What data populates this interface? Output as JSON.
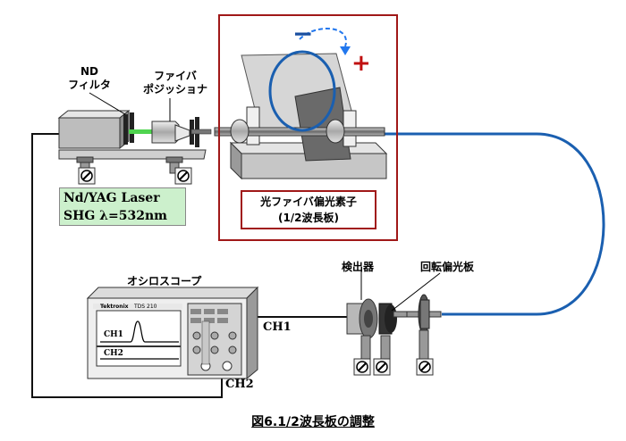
{
  "labels": {
    "nd_filter": [
      "ND",
      "フィルタ"
    ],
    "fiber_positioner": [
      "ファイバ",
      "ポジッショナ"
    ],
    "laser": [
      "Nd/YAG Laser",
      "SHG λ=532nm"
    ],
    "element": [
      "光ファイバ偏光素子",
      "(1/2波長板)"
    ],
    "oscilloscope": "オシロスコープ",
    "scope_brand": "Tektronix",
    "scope_model": "TDS 210",
    "ch1_screen": "CH1",
    "ch2_screen": "CH2",
    "ch1_cable": "CH1",
    "ch2_cable": "CH2",
    "detector": "検出器",
    "rotating_polarizer": "回転偏光板"
  },
  "rotation_signs": {
    "minus": "−",
    "plus": "+"
  },
  "caption": "図6.1/2波長板の調整",
  "colors": {
    "frame": "#a01818",
    "fiber": "#1a5fb0",
    "laser_label_bg": "#ccf0cc",
    "plus": "#c01010",
    "minus": "#1a4fa0"
  }
}
